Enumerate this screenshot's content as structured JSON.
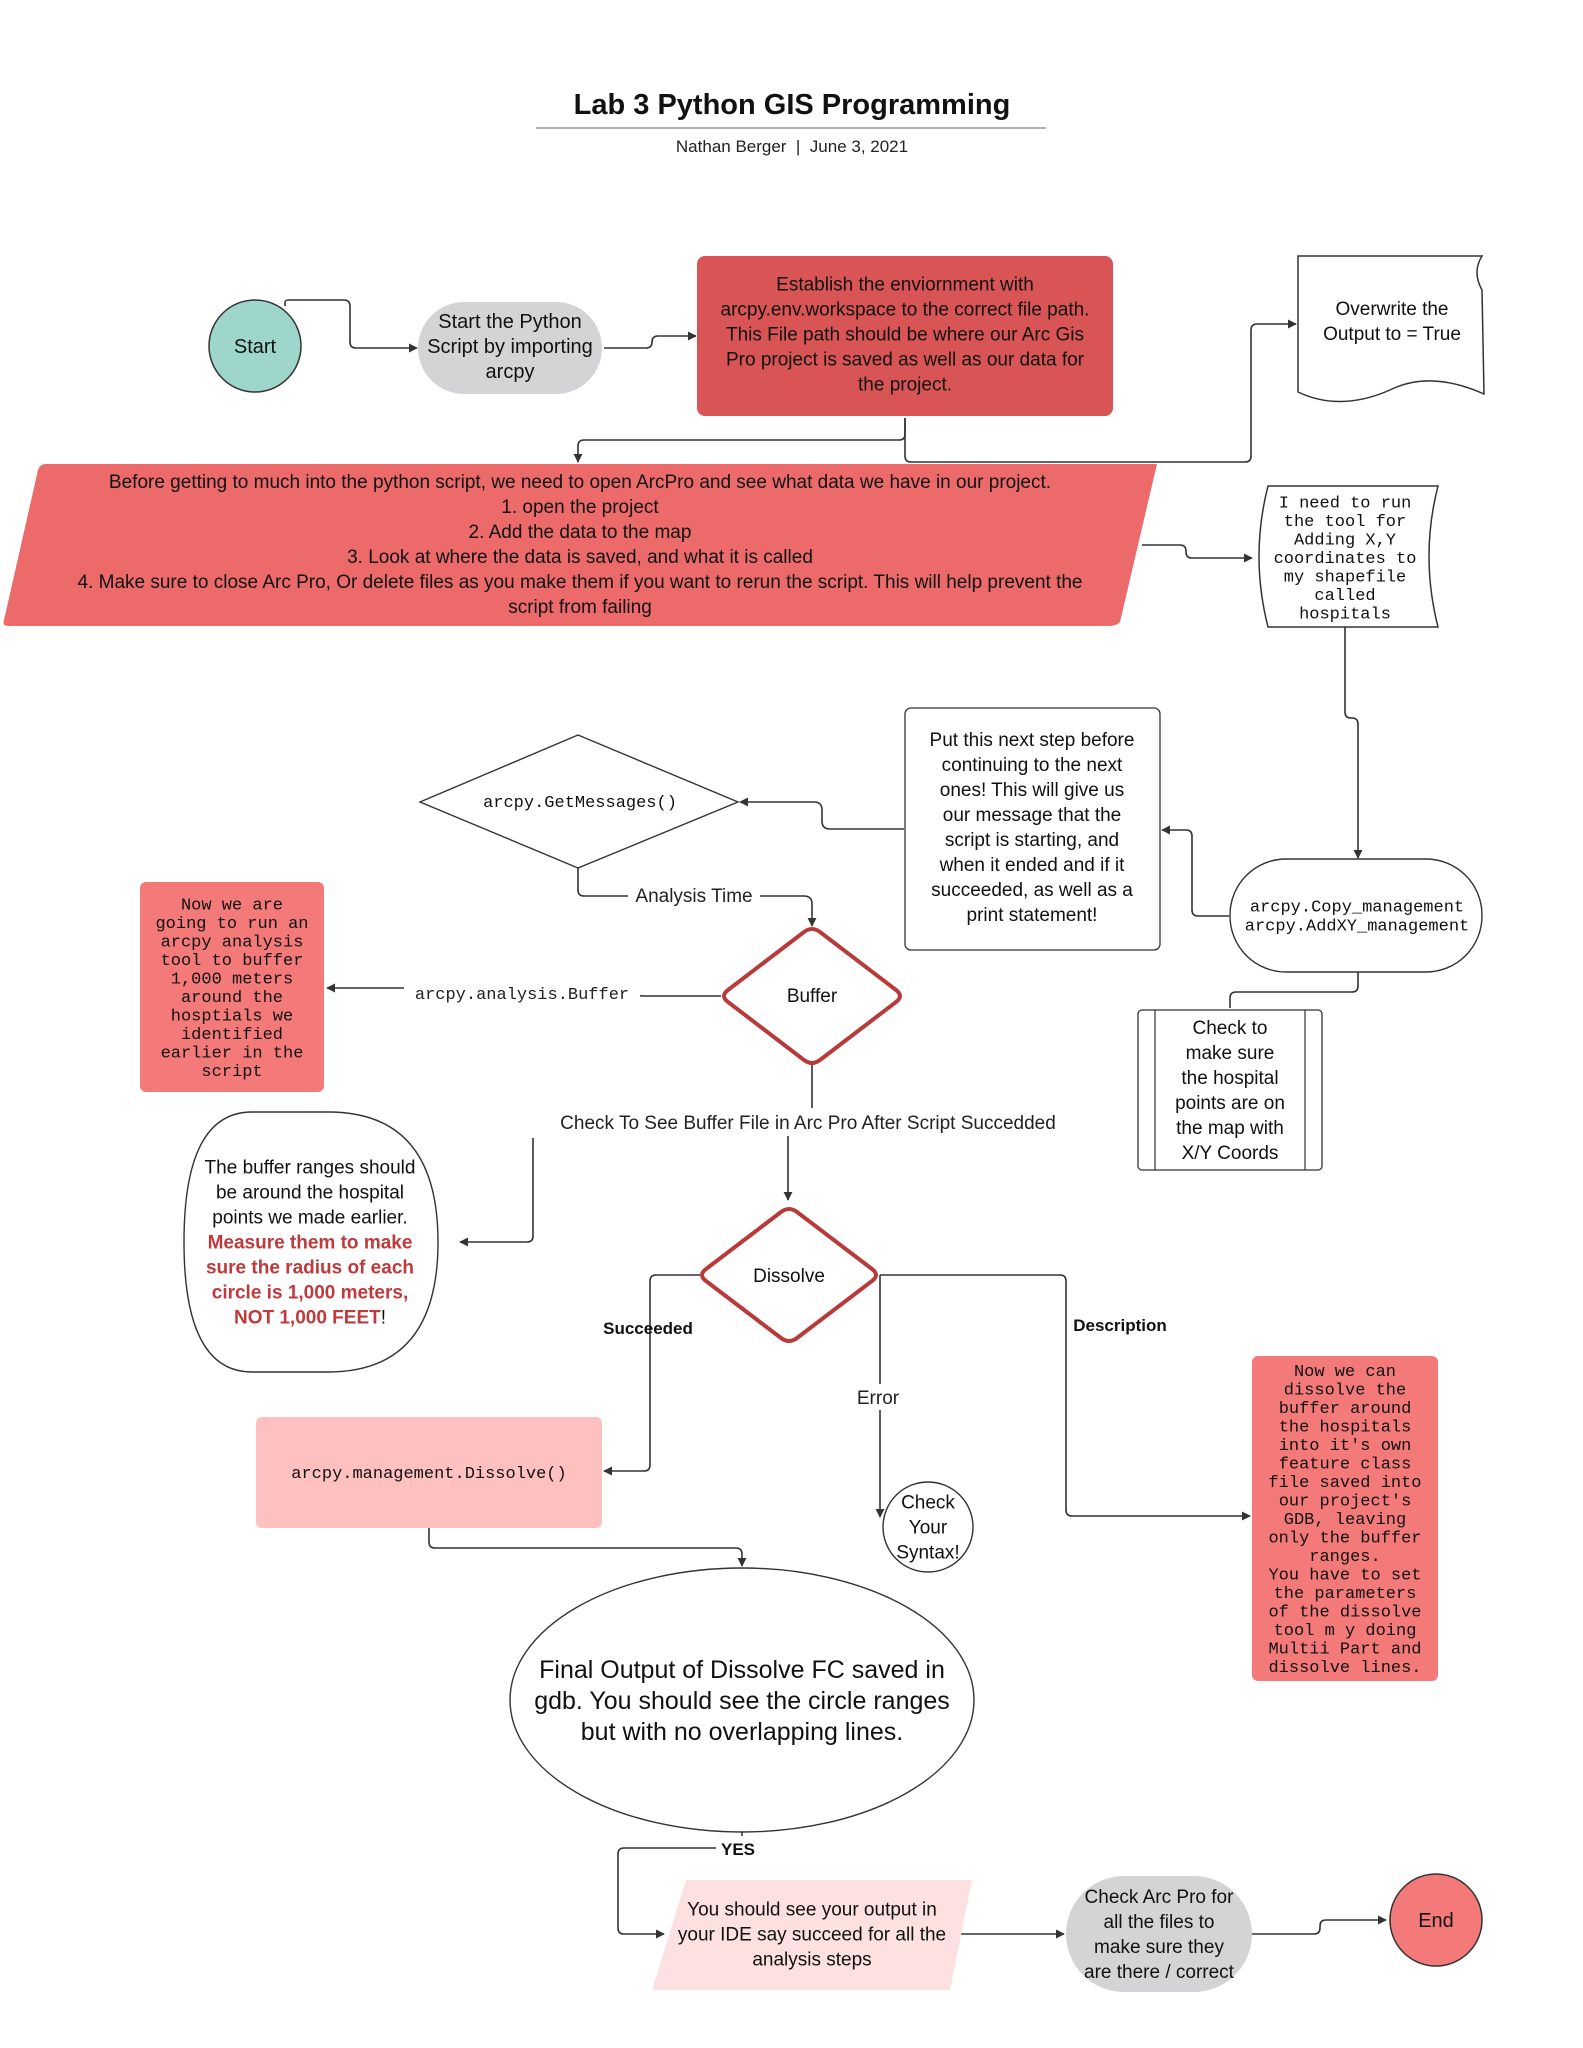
{
  "title": "Lab 3 Python GIS Programming",
  "subtitle": "Nathan Berger  |  June 3, 2021",
  "colors": {
    "teal": "#9fd6cc",
    "red_dark": "#d95454",
    "red_mid": "#ec6a6a",
    "red_light": "#f47a7a",
    "pink": "#ffc0c0",
    "pink_pale": "#fde0e0",
    "gray": "#d4d4d6",
    "end_red": "#f47a7a",
    "diamond_red": "#b83a3a",
    "emph_red": "#c0393b"
  },
  "nodes": {
    "start": {
      "label": "Start"
    },
    "start_script": {
      "lines": [
        "Start the Python",
        "Script by importing",
        "arcpy"
      ]
    },
    "establish_env": {
      "lines": [
        "Establish the enviornment with",
        "arcpy.env.workspace to the correct file path.",
        "This File path should be where our Arc Gis",
        "Pro project is saved as well as our data for",
        "the project."
      ]
    },
    "overwrite": {
      "lines": [
        "Overwrite the",
        "Output to = True"
      ]
    },
    "before_getting": {
      "lines": [
        "Before getting to much into the python script, we need to open ArcPro and see what data we have in our project.",
        "1. open the project",
        "2. Add the data to the map",
        "3. Look at where the data is saved, and what it is called",
        "4. Make sure to close Arc Pro, Or delete files as you make them if you want to rerun the script. This will help prevent the",
        "script from failing"
      ]
    },
    "need_tool": {
      "lines": [
        "I need to run",
        "the tool for",
        "Adding X,Y",
        "coordinates to",
        "my shapefile",
        "called",
        "hospitals"
      ]
    },
    "put_step": {
      "lines": [
        "Put this next step before",
        "continuing to the next",
        "ones! This will give us",
        "our message that the",
        "script is starting, and",
        "when it ended and if it",
        "succeeded, as well as a",
        "print statement!"
      ]
    },
    "get_messages": {
      "label": "arcpy.GetMessages()"
    },
    "copy_mgmt": {
      "lines": [
        "arcpy.Copy_management",
        "arcpy.AddXY_management"
      ]
    },
    "check_points": {
      "lines": [
        "Check to",
        "make sure",
        "the hospital",
        "points are on",
        "the map with",
        "X/Y Coords"
      ]
    },
    "buffer_note": {
      "lines": [
        "Now we are",
        "going to run an",
        "arcpy analysis",
        "tool to buffer",
        "1,000 meters",
        "around the",
        "hosptials we",
        "identified",
        "earlier in the",
        "script"
      ]
    },
    "buffer": {
      "label": "Buffer"
    },
    "buffer_ranges": {
      "lines": [
        "The buffer ranges should",
        "be around the hospital",
        "points we made earlier."
      ],
      "emph_lines": [
        "Measure them to make",
        "sure the radius of each",
        "circle is 1,000 meters,",
        "NOT 1,000 FEET"
      ],
      "trail": "!"
    },
    "dissolve": {
      "label": "Dissolve"
    },
    "dissolve_call": {
      "label": "arcpy.management.Dissolve()"
    },
    "check_syntax": {
      "lines": [
        "Check",
        "Your",
        "Syntax!"
      ]
    },
    "dissolve_note": {
      "lines": [
        "Now we can",
        "dissolve the",
        "buffer around",
        "the hospitals",
        "into it's own",
        "feature class",
        "file saved into",
        "our project's",
        "GDB, leaving",
        "only the buffer",
        "ranges.",
        "You have to set",
        "the parameters",
        "of the dissolve",
        "tool m y doing",
        "Multii Part and",
        "dissolve lines."
      ]
    },
    "final_output": {
      "lines": [
        "Final Output of Dissolve FC saved in",
        "gdb. You should see the circle ranges",
        "but with no overlapping lines."
      ]
    },
    "see_output": {
      "lines": [
        "You should see your output in",
        "your IDE say succeed for all the",
        "analysis steps"
      ]
    },
    "check_arc": {
      "lines": [
        "Check Arc Pro for",
        "all the files to",
        "make sure they",
        "are there / correct"
      ]
    },
    "end": {
      "label": "End"
    }
  },
  "edge_labels": {
    "analysis_time": "Analysis Time",
    "buffer_call": "arcpy.analysis.Buffer",
    "check_buffer": "Check To See Buffer File in Arc Pro After Script Succedded",
    "succeeded": "Succeeded",
    "description": "Description",
    "error": "Error",
    "yes": "YES"
  }
}
